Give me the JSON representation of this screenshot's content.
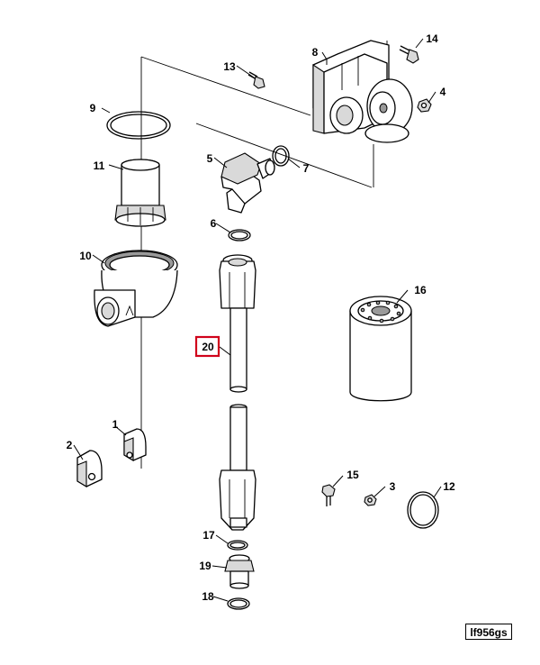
{
  "callouts": {
    "c1": "1",
    "c2": "2",
    "c3": "3",
    "c4": "4",
    "c5": "5",
    "c6": "6",
    "c7": "7",
    "c8": "8",
    "c9": "9",
    "c10": "10",
    "c11": "11",
    "c12": "12",
    "c13": "13",
    "c14": "14",
    "c15": "15",
    "c16": "16",
    "c17": "17",
    "c18": "18",
    "c19": "19",
    "c20": "20"
  },
  "highlighted_callout": "20",
  "highlight_color": "#d0021b",
  "reference_code": "lf956gs"
}
